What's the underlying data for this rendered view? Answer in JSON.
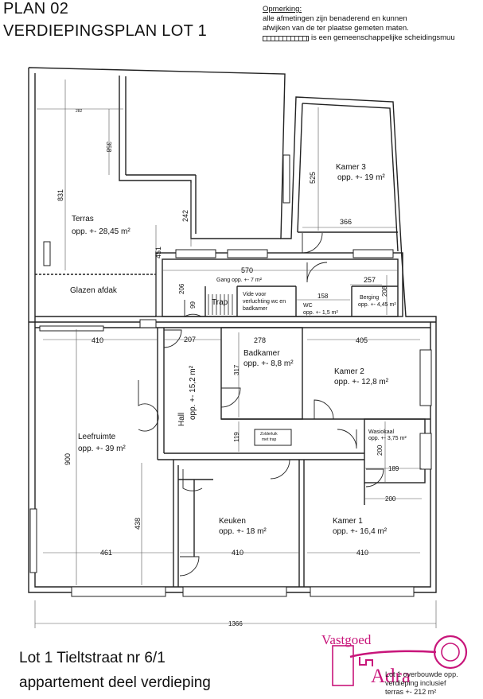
{
  "header": {
    "title": "PLAN 02",
    "subtitle": "VERDIEPINGSPLAN LOT 1"
  },
  "remark": {
    "title": "Opmerking:",
    "line1": "alle afmetingen zijn benaderend en kunnen",
    "line2": "afwijken van de ter plaatse gemeten maten.",
    "legend": "is een gemeenschappelijke scheidingsmuu"
  },
  "rooms": {
    "terras": {
      "name": "Terras",
      "area": "opp. +- 28,45 m²"
    },
    "glazen_afdak": {
      "name": "Glazen afdak"
    },
    "kamer3": {
      "name": "Kamer 3",
      "area": "opp. +- 19 m²"
    },
    "gang": {
      "name": "Gang opp. +- 7 m²"
    },
    "trap": {
      "name": "Trap"
    },
    "vide_line1": "Vide voor",
    "vide_line2": "verluchting wc en",
    "vide_line3": "badkamer",
    "wc": {
      "name": "WC",
      "area": "opp. +- 1,5 m²"
    },
    "berging": {
      "name": "Berging",
      "area": "opp. +- 4,45 m²"
    },
    "badkamer": {
      "name": "Badkamer",
      "area": "opp. +- 8,8 m²"
    },
    "kamer2": {
      "name": "Kamer 2",
      "area": "opp. +- 12,8 m²"
    },
    "hall": {
      "name": "Hall",
      "area": "opp. +- 15,2 m²"
    },
    "zolderluik_line1": "Zolderluik",
    "zolderluik_line2": "met trap",
    "wasiokaal": {
      "name": "Wasiokaal",
      "area": "opp. +- 3,75 m²"
    },
    "leefruimte": {
      "name": "Leefruimte",
      "area": "opp. +- 39 m²"
    },
    "keuken": {
      "name": "Keuken",
      "area": "opp. +- 18 m²"
    },
    "kamer1": {
      "name": "Kamer 1",
      "area": "opp. +- 16,4 m²"
    }
  },
  "dimensions": {
    "d282": "282",
    "d358": "358",
    "d831": "831",
    "d451": "451",
    "d242": "242",
    "d525": "525",
    "d366": "366",
    "d570": "570",
    "d206": "206",
    "d99": "99",
    "d257": "257",
    "d208": "208",
    "d158": "158",
    "d410a": "410",
    "d207": "207",
    "d278": "278",
    "d405": "405",
    "d317": "317",
    "d119": "119",
    "d200a": "200",
    "d189": "189",
    "d200b": "200",
    "d900": "900",
    "d438": "438",
    "d461": "461",
    "d410b": "410",
    "d410c": "410",
    "d1366": "1366"
  },
  "footer": {
    "line1": "Lot 1 Tieltstraat nr 6/1",
    "line2": "appartement deel verdieping"
  },
  "logo": {
    "word1": "Vastgoed",
    "word2": "Adra",
    "note1": "Lot 1 overbouwde opp.",
    "note2": "verdieping inclusief",
    "note3": "terras +- 212 m²"
  },
  "colors": {
    "logo": "#c8157a",
    "wall": "#222222"
  }
}
